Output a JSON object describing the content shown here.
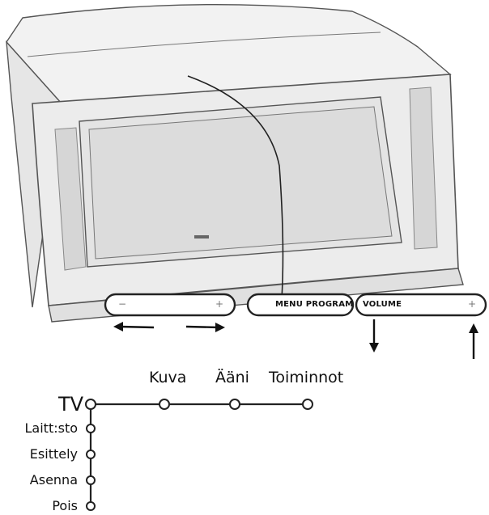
{
  "tv_panel": {
    "left_bar": {
      "minus": "−",
      "plus": "+"
    },
    "menu_program": "MENU PROGRAM",
    "volume_bar": {
      "label": "VOLUME",
      "plus": "+"
    }
  },
  "menu": {
    "root": "TV",
    "top_items": [
      "Kuva",
      "Ääni",
      "Toiminnot"
    ],
    "side_items": [
      "Laitt:sto",
      "Esittely",
      "Asenna",
      "Pois"
    ]
  },
  "colors": {
    "line": "#222222",
    "tv_fill": "#ececec",
    "screen": "#dddddd",
    "outline": "#555555"
  },
  "icons": [
    "arrow-left-icon",
    "arrow-right-icon",
    "arrow-down-icon",
    "arrow-up-icon"
  ]
}
